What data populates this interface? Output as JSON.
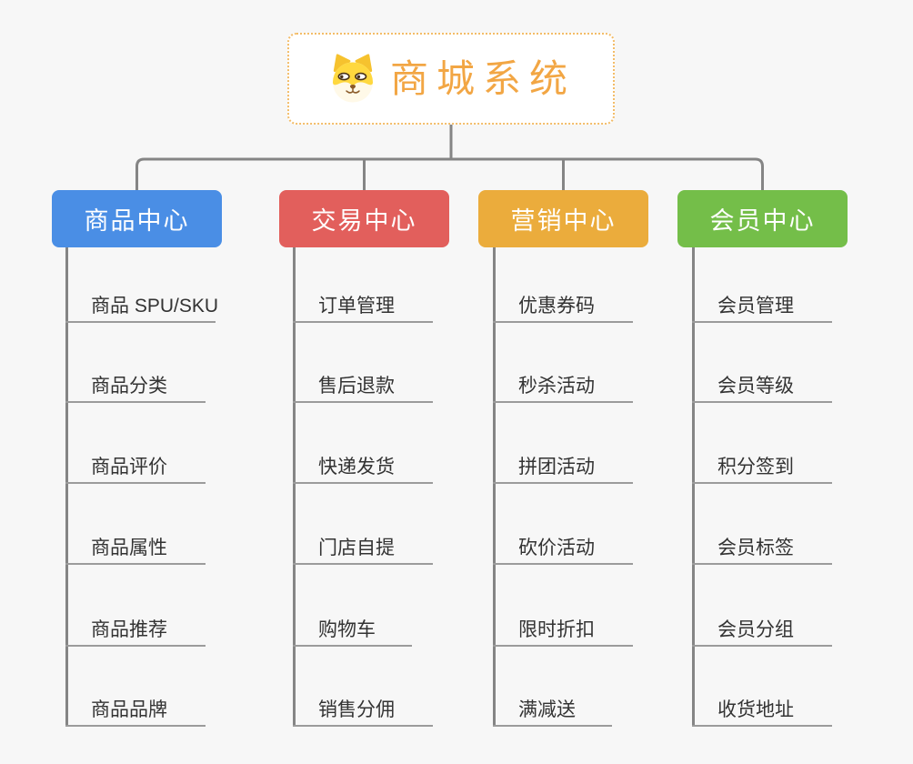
{
  "root": {
    "title": "商城系统",
    "icon": "dog-face-icon"
  },
  "branches": [
    {
      "label": "商品中心",
      "color": "#4A8EE5",
      "items": [
        "商品 SPU/SKU",
        "商品分类",
        "商品评价",
        "商品属性",
        "商品推荐",
        "商品品牌"
      ]
    },
    {
      "label": "交易中心",
      "color": "#E25F5C",
      "items": [
        "订单管理",
        "售后退款",
        "快递发货",
        "门店自提",
        "购物车",
        "销售分佣"
      ]
    },
    {
      "label": "营销中心",
      "color": "#EBAC3C",
      "items": [
        "优惠券码",
        "秒杀活动",
        "拼团活动",
        "砍价活动",
        "限时折扣",
        "满减送"
      ]
    },
    {
      "label": "会员中心",
      "color": "#74BE49",
      "items": [
        "会员管理",
        "会员等级",
        "积分签到",
        "会员标签",
        "会员分组",
        "收货地址"
      ]
    }
  ],
  "colors": {
    "background": "#F7F7F7",
    "root_border": "#F3BC68",
    "root_title": "#F2A644",
    "connector": "#858585",
    "underline": "#9B9B9B",
    "item_text": "#333333"
  }
}
